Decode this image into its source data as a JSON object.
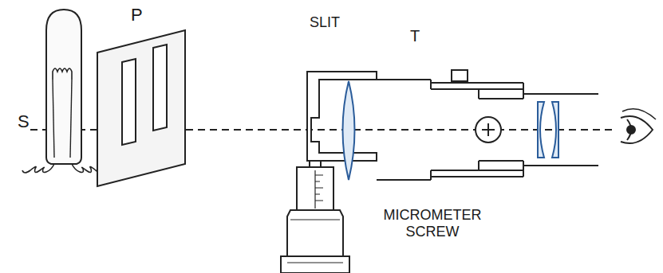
{
  "diagram": {
    "labels": [
      "S",
      "P",
      "SLIT",
      "T",
      "MICROMETER SCREW"
    ]
  }
}
